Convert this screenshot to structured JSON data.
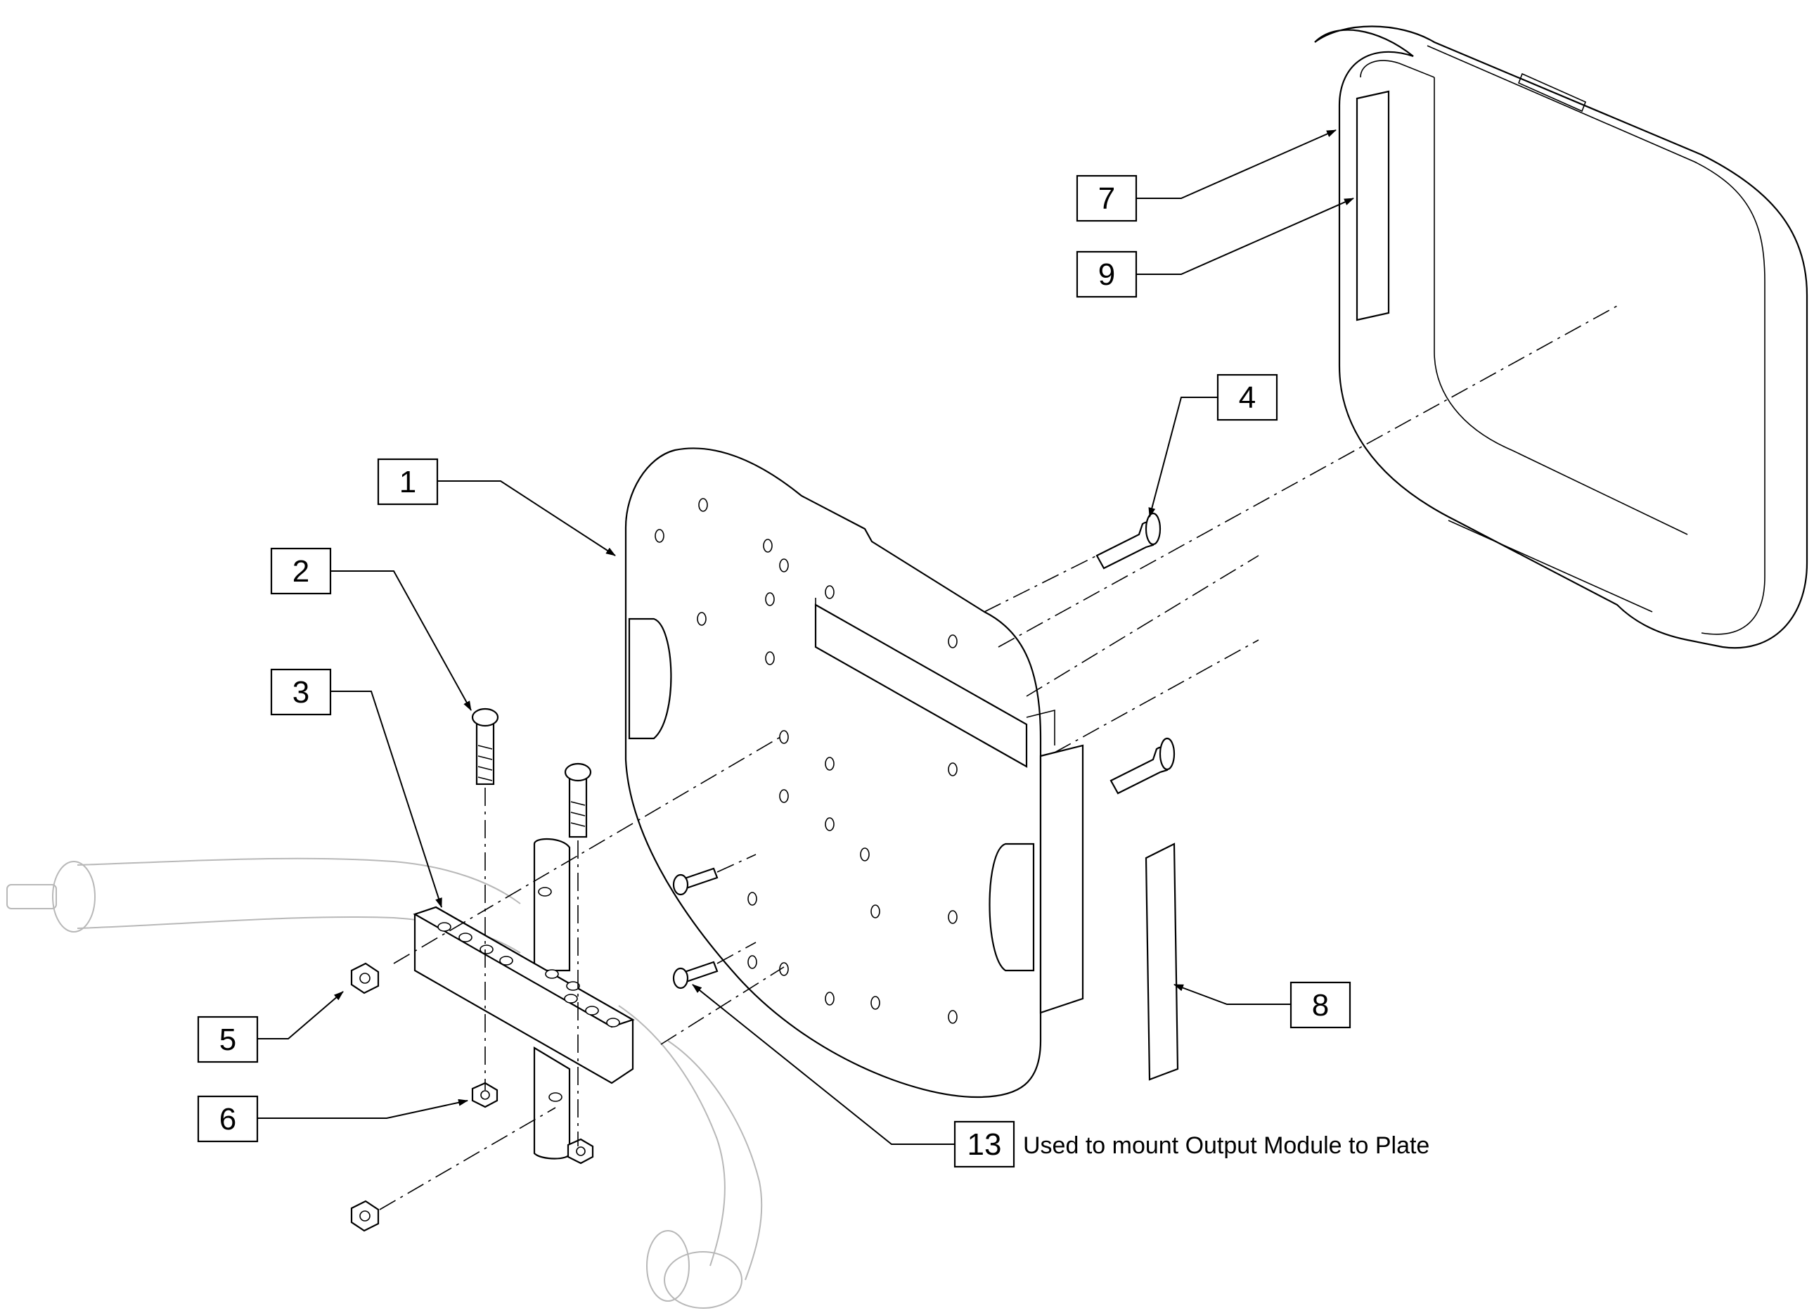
{
  "diagram": {
    "colors": {
      "line": "#000000",
      "ghost": "#b8b8b8",
      "background": "#ffffff"
    },
    "callouts": [
      {
        "id": "1",
        "label": "1"
      },
      {
        "id": "2",
        "label": "2"
      },
      {
        "id": "3",
        "label": "3"
      },
      {
        "id": "4",
        "label": "4"
      },
      {
        "id": "5",
        "label": "5"
      },
      {
        "id": "6",
        "label": "6"
      },
      {
        "id": "7",
        "label": "7"
      },
      {
        "id": "8",
        "label": "8"
      },
      {
        "id": "9",
        "label": "9"
      },
      {
        "id": "13",
        "label": "13",
        "note": "Used to mount Output Module to Plate"
      }
    ]
  }
}
